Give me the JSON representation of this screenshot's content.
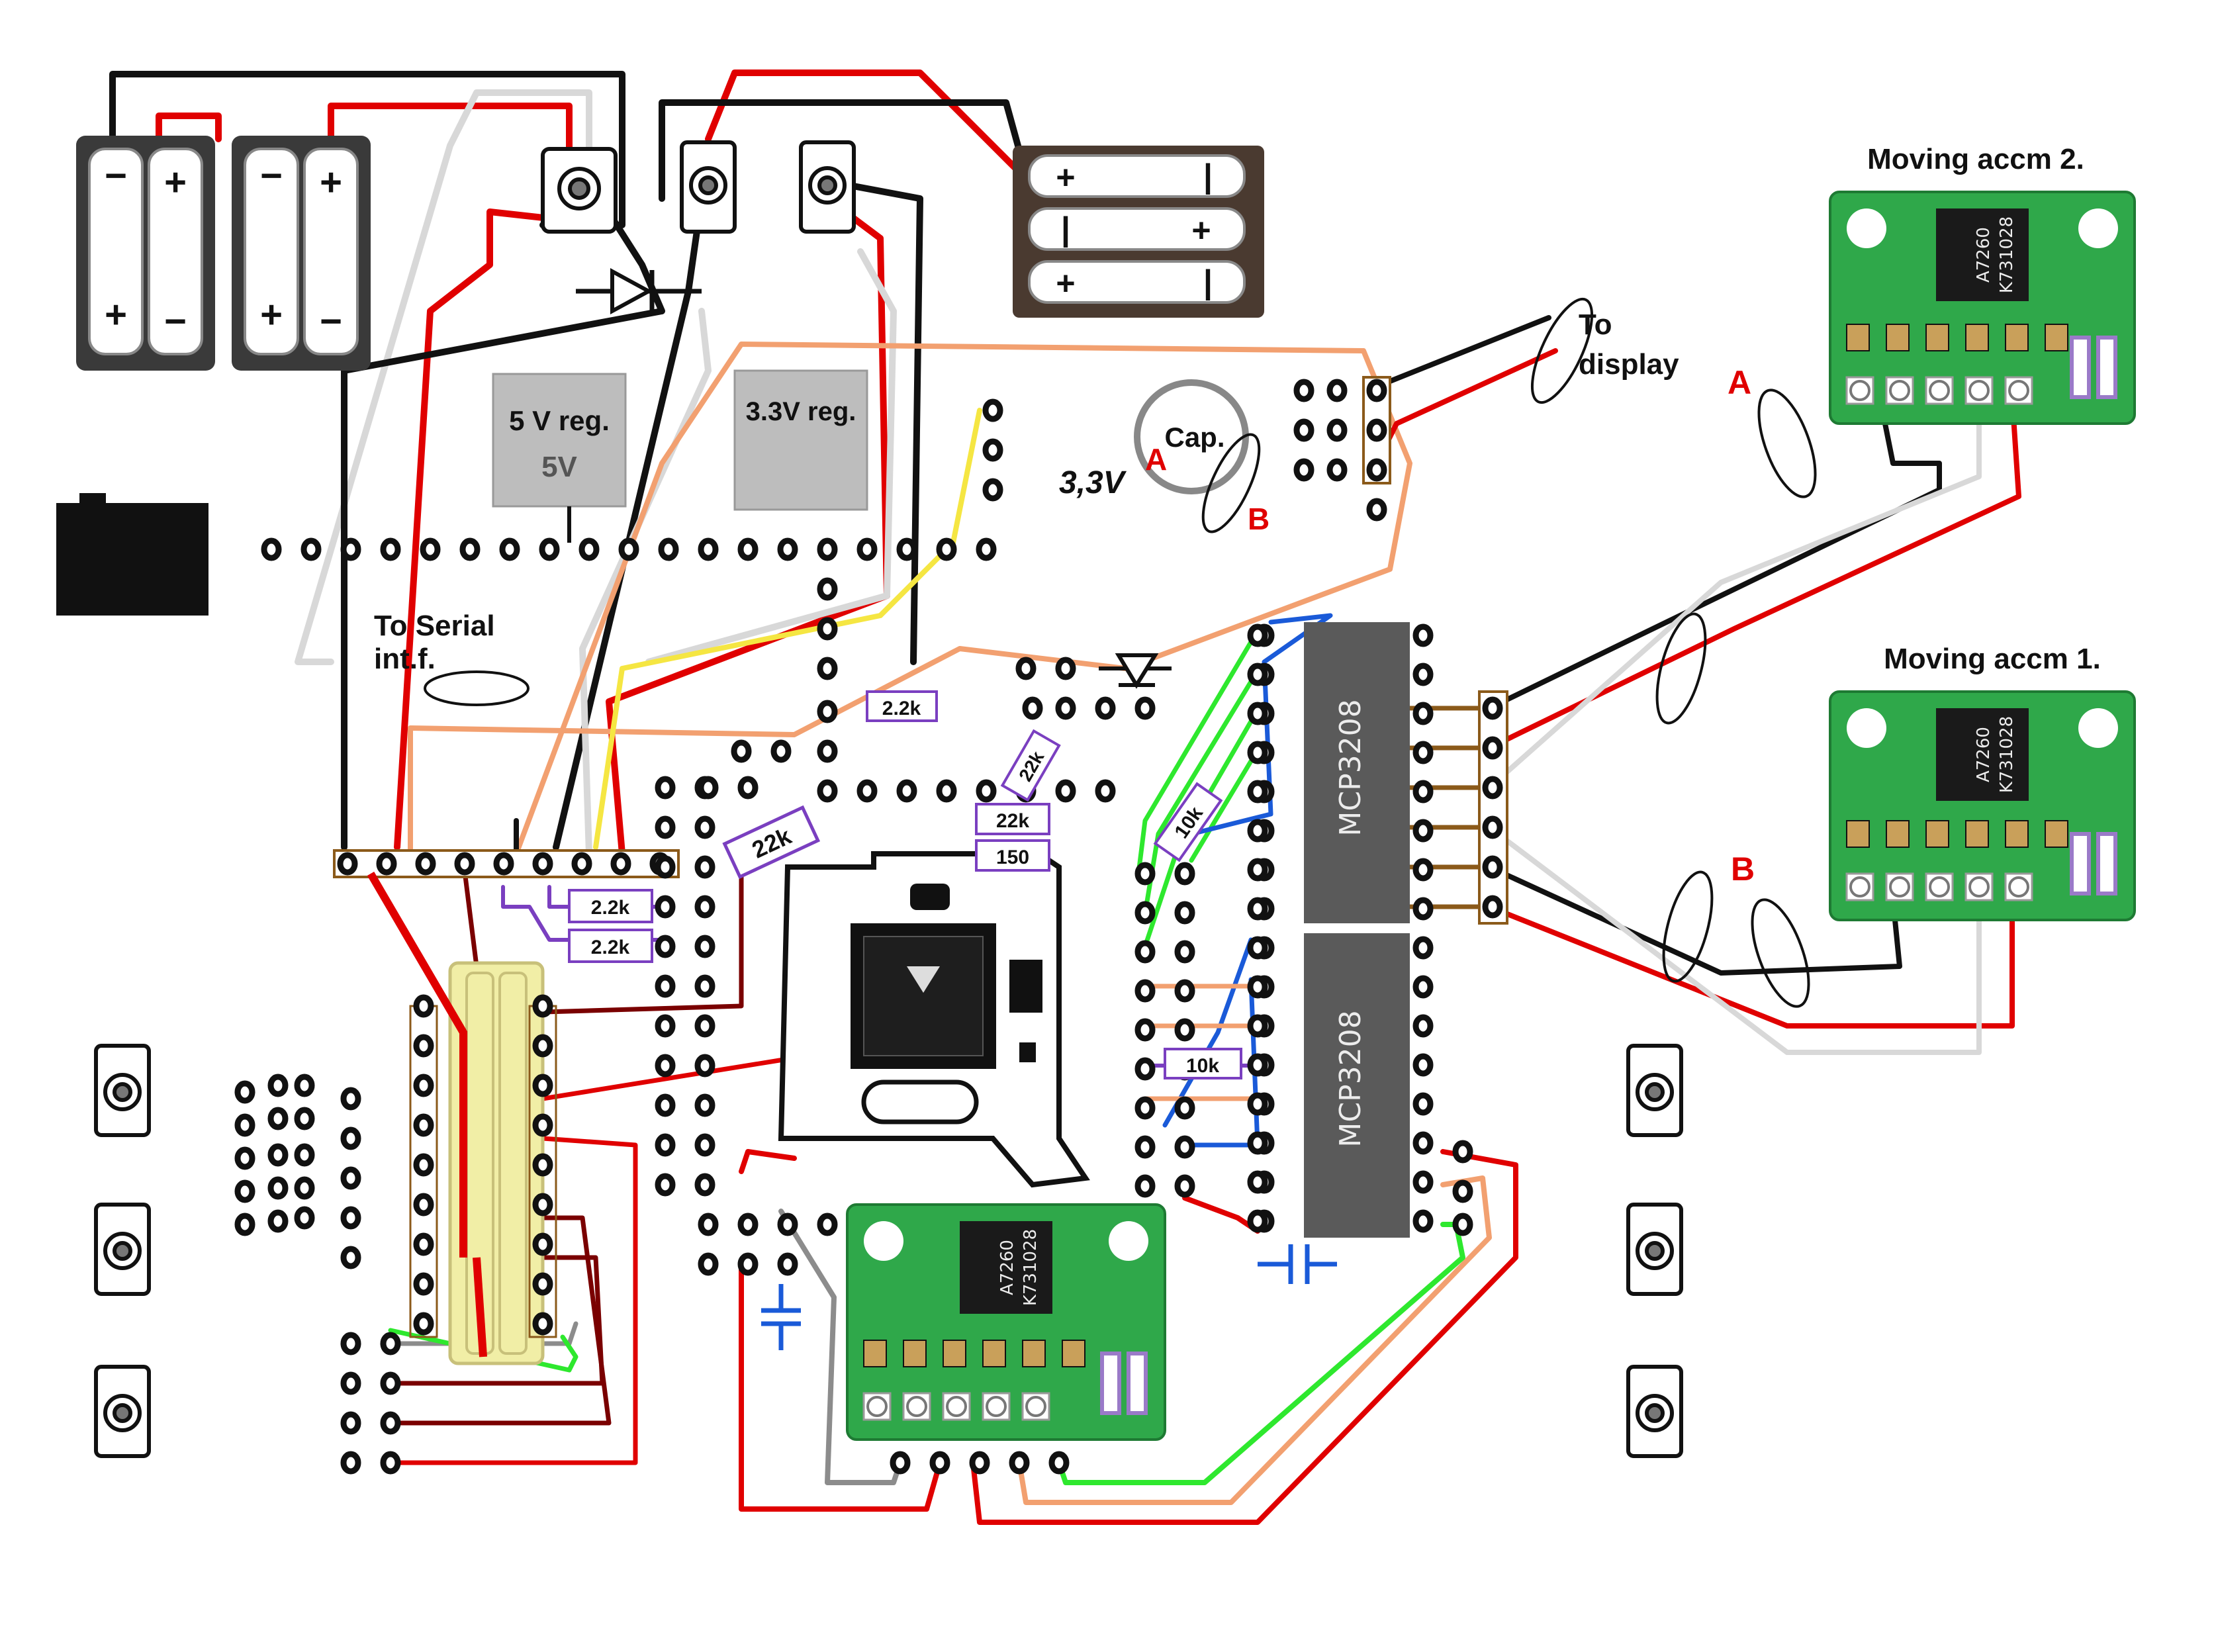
{
  "labels": {
    "reg5v": "5 V reg.",
    "reg5v_mark": "5V",
    "reg33v": "3.3V reg.",
    "cap": "Cap.",
    "v33": "3,3V",
    "to_display_1": "To",
    "to_display_2": "display",
    "to_serial_1": "To Serial",
    "to_serial_2": "int.f.",
    "accm2_title": "Moving accm 2.",
    "accm1_title": "Moving accm 1.",
    "marker_a_top": "A",
    "marker_b_top": "B",
    "marker_a_accm2": "A",
    "marker_b_accm1": "B",
    "adc_upper": "MCP3208",
    "adc_lower": "MCP3208",
    "sensor_part": "A7260",
    "sensor_code": "K731028"
  },
  "resistors": [
    {
      "value": "2.2k"
    },
    {
      "value": "22k"
    },
    {
      "value": "22k"
    },
    {
      "value": "150"
    },
    {
      "value": "22k"
    },
    {
      "value": "2.2k"
    },
    {
      "value": "2.2k"
    },
    {
      "value": "10k"
    },
    {
      "value": "10k"
    }
  ],
  "battery_signs": {
    "plus": "+",
    "minus": "−"
  },
  "colors": {
    "wire_red": "#e00000",
    "wire_black": "#111111",
    "wire_gray": "#d8d8d8",
    "wire_orange": "#f2a070",
    "wire_yellow": "#f5e642",
    "wire_green": "#2ee82e",
    "wire_blue": "#1a5ad8",
    "wire_darkred": "#7a0000",
    "wire_purple": "#7a3fc0",
    "wire_brown": "#8b5a1a",
    "pcb_green": "#2fa84a",
    "regulator_gray": "#bdbdbd",
    "adc_chip": "#5a5a5a"
  }
}
